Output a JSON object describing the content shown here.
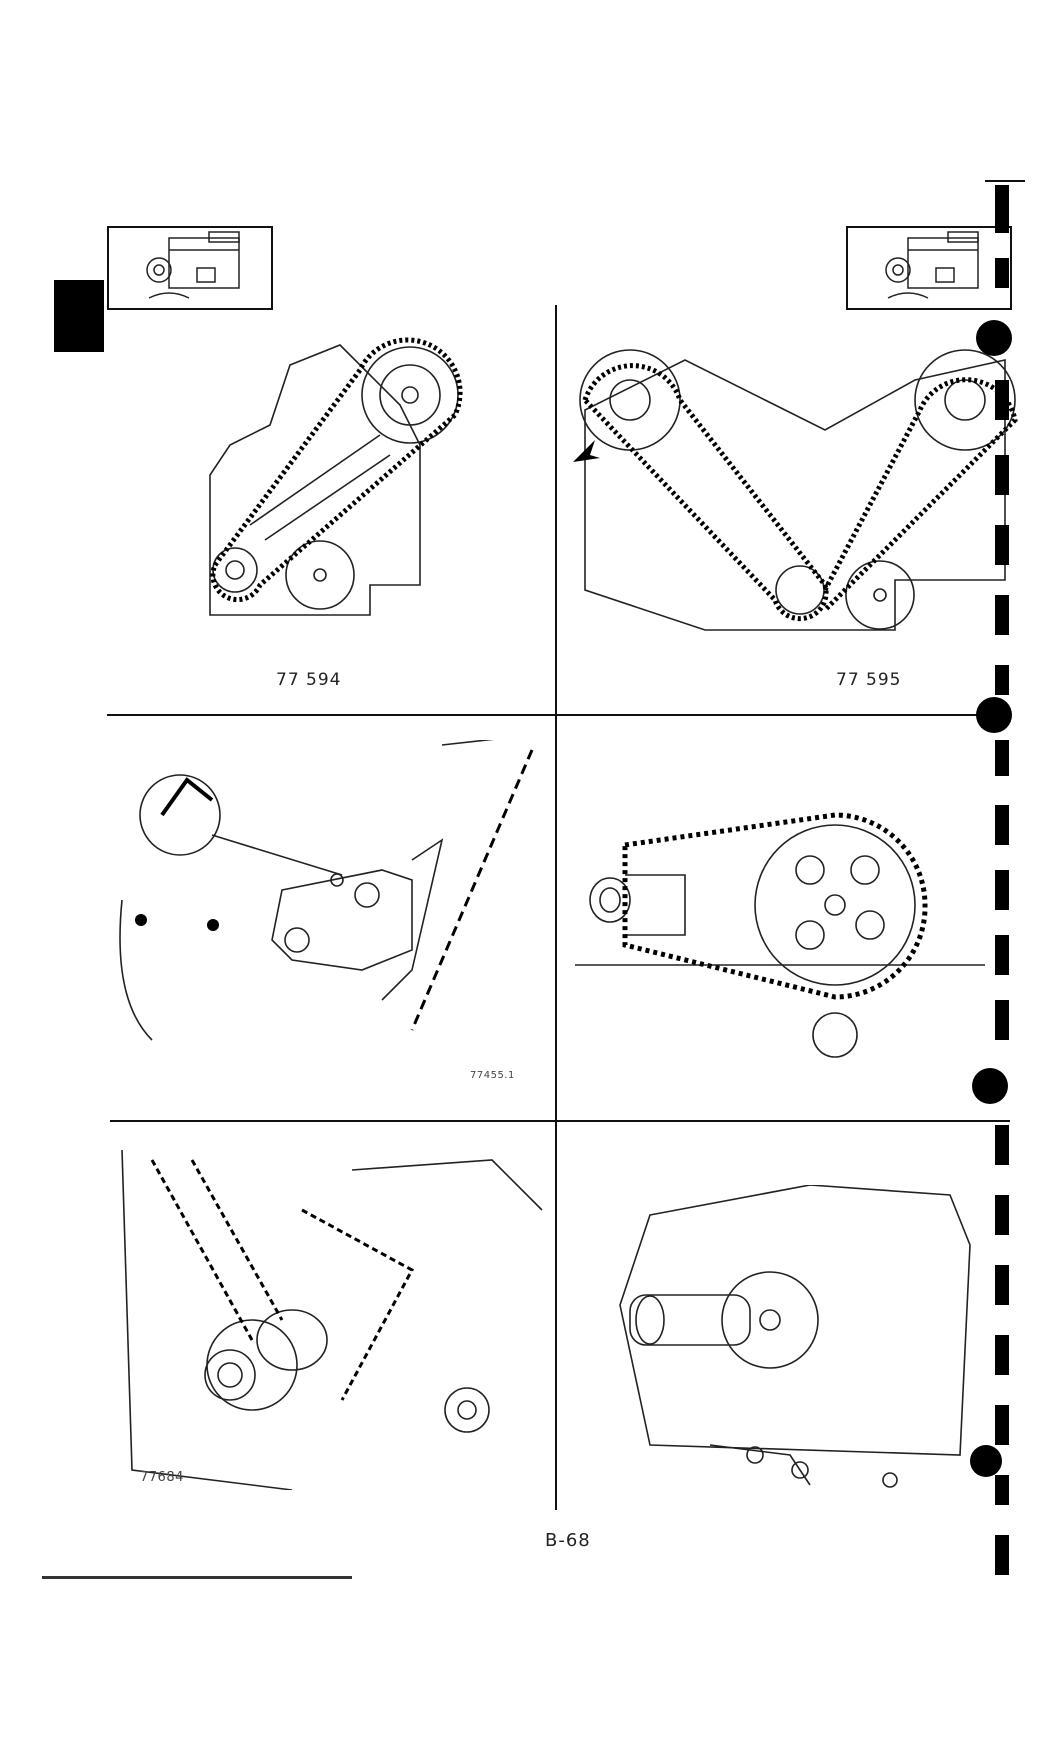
{
  "page": {
    "page_number": "B-68"
  },
  "figures": [
    {
      "id": "fig-1",
      "caption": "77 594"
    },
    {
      "id": "fig-2",
      "caption": "77 595"
    },
    {
      "id": "fig-3",
      "caption": "77455.1"
    },
    {
      "id": "fig-4",
      "caption": ""
    },
    {
      "id": "fig-5",
      "caption": "77684"
    },
    {
      "id": "fig-6",
      "caption": ""
    }
  ],
  "icons": {
    "section_tab": "section-tab-marker",
    "engine_thumbnail": "engine-thumbnail-icon"
  },
  "colors": {
    "ink": "#111111",
    "paper": "#ffffff"
  }
}
